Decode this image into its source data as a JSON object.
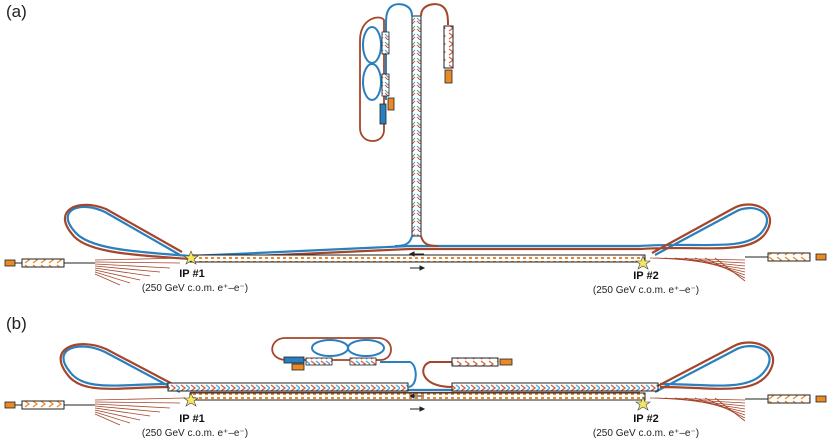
{
  "panels": [
    {
      "label": "(a)",
      "ip_left": {
        "name": "IP #1",
        "desc": "(250 GeV c.o.m. e⁺–e⁻)"
      },
      "ip_right": {
        "name": "IP #2",
        "desc": "(250 GeV c.o.m. e⁺–e⁻)"
      }
    },
    {
      "label": "(b)",
      "ip_left": {
        "name": "IP #1",
        "desc": "(250 GeV c.o.m. e⁺–e⁻)"
      },
      "ip_right": {
        "name": "IP #2",
        "desc": "(250 GeV c.o.m. e⁺–e⁻)"
      }
    }
  ],
  "colors": {
    "electron_beam": "#2a7fbf",
    "positron_beam": "#a5452a",
    "outline": "#222222",
    "linac_chevron_blue": "#5aa6d8",
    "linac_chevron_red": "#d0674a",
    "source_orange": "#e8892a",
    "ip_star": "#f5e663"
  }
}
